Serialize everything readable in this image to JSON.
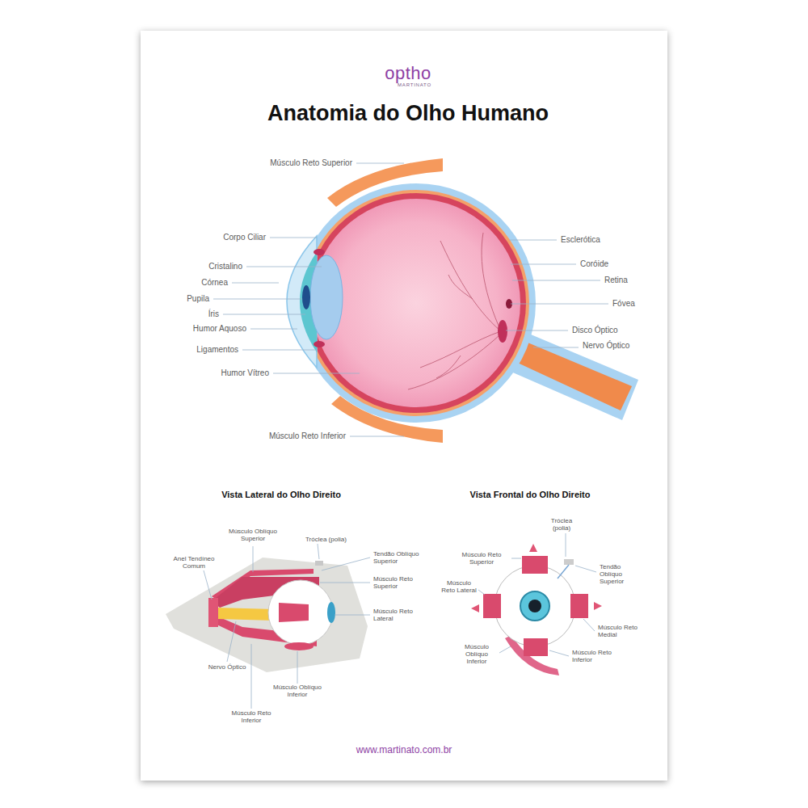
{
  "diagram": {
    "title": "Anatomia do Olho Humano",
    "labels": [
      "optho",
      "MARTINATO",
      "Músculo Reto Superior",
      "Corpo Ciliar",
      "Cristalino",
      "Córnea",
      "Pupila",
      "Íris",
      "Humor Aquoso",
      "Ligamentos",
      "Humor Vítreo",
      "Músculo Reto Inferior",
      "Esclerótica",
      "Coróide",
      "Retina",
      "Fóvea",
      "Disco Óptico",
      "Nervo Óptico",
      "Vista Lateral do Olho Direito",
      "Vista Frontal do Olho Direito",
      "Músculo Oblíquo Superior",
      "Tróclea (polia)",
      "Anel Tendíneo Comum",
      "Tendão Oblíquo Superior",
      "Músculo Reto Superior",
      "Músculo Reto Lateral",
      "Nervo Óptico",
      "Músculo Oblíquo Inferior",
      "Músculo Reto Inferior",
      "Tróclea (polia)",
      "Músculo Reto Superior",
      "Tendão Oblíquo Superior",
      "Músculo Reto Lateral",
      "Músculo Reto Medial",
      "Músculo Oblíquo Inferior",
      "Músculo Reto Inferior",
      "www.martinato.com.br"
    ]
  }
}
